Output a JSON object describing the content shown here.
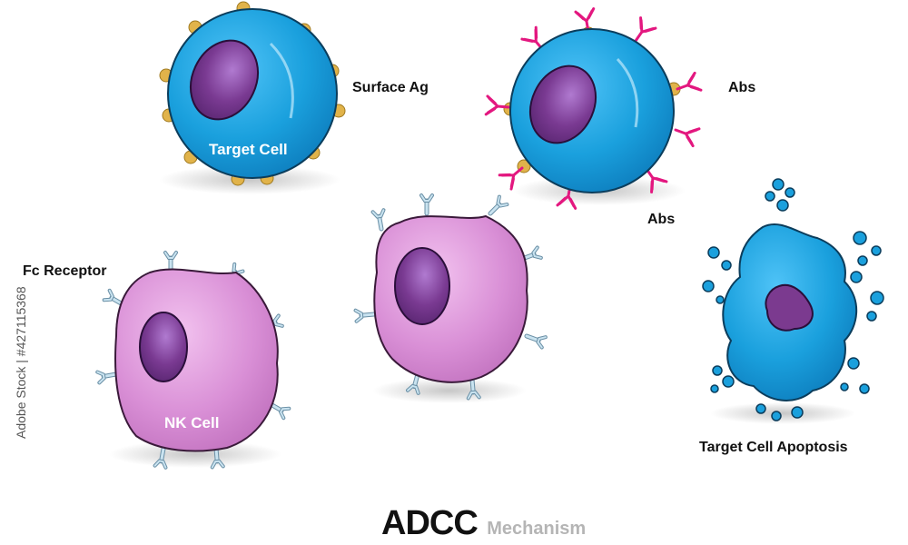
{
  "labels": {
    "surface_ag": "Surface Ag",
    "target_cell": "Target Cell",
    "abs_top": "Abs",
    "abs_bottom": "Abs",
    "fc_receptor": "Fc Receptor",
    "nk_cell": "NK Cell",
    "apoptosis": "Target Cell Apoptosis"
  },
  "title": {
    "main": "ADCC",
    "sub": "Mechanism"
  },
  "stock_id": "Adobe Stock | #427115368",
  "colors": {
    "target_cell": "#1aa0dd",
    "target_nucleus": "#6e2f8e",
    "nk_cell": "#d98fd6",
    "nk_nucleus": "#7a3a92",
    "surface_antigen": "#e1b34a",
    "antibody": "#e3177f",
    "fc_receptor": "#b9d8e8",
    "apoptotic_nucleus": "#7b3a8f"
  }
}
